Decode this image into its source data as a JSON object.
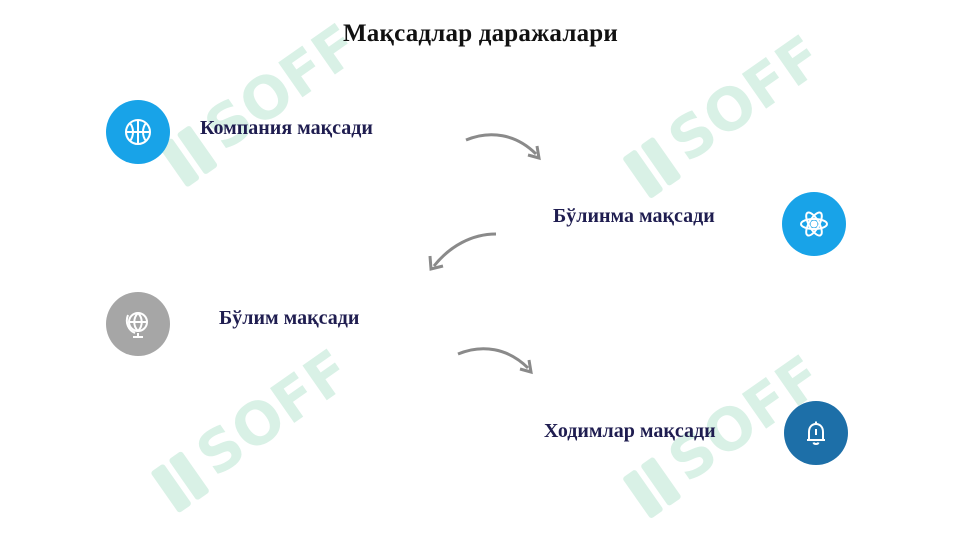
{
  "title": "Мақсадлар даражалари",
  "levels": [
    {
      "label": "Компания мақсади",
      "icon": "basketball-icon",
      "color": "#18a3e8"
    },
    {
      "label": "Бўлинма мақсади",
      "icon": "atom-icon",
      "color": "#18a3e8"
    },
    {
      "label": "Бўлим мақсади",
      "icon": "globe-icon",
      "color": "#a6a6a6"
    },
    {
      "label": "Ходимлар мақсади",
      "icon": "bell-icon",
      "color": "#1d6fa8"
    }
  ],
  "watermark": {
    "text": "SOFF",
    "color": "#cfeee0"
  }
}
